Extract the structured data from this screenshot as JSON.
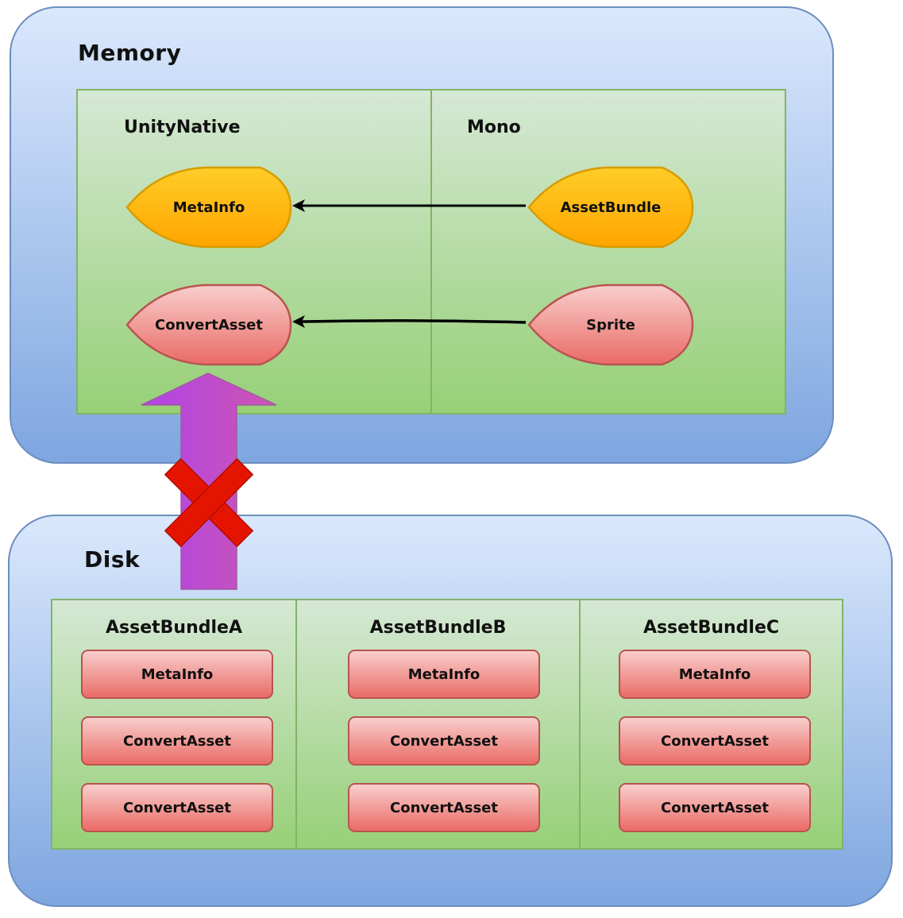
{
  "diagram": {
    "memory": {
      "title": "Memory",
      "columns": [
        {
          "title": "UnityNative",
          "nodes": [
            {
              "label": "MetaInfo",
              "color": "orange"
            },
            {
              "label": "ConvertAsset",
              "color": "red"
            }
          ]
        },
        {
          "title": "Mono",
          "nodes": [
            {
              "label": "AssetBundle",
              "color": "orange"
            },
            {
              "label": "Sprite",
              "color": "red"
            }
          ]
        }
      ]
    },
    "disk": {
      "title": "Disk",
      "bundles": [
        {
          "title": "AssetBundleA",
          "items": [
            "MetaInfo",
            "ConvertAsset",
            "ConvertAsset"
          ]
        },
        {
          "title": "AssetBundleB",
          "items": [
            "MetaInfo",
            "ConvertAsset",
            "ConvertAsset"
          ]
        },
        {
          "title": "AssetBundleC",
          "items": [
            "MetaInfo",
            "ConvertAsset",
            "ConvertAsset"
          ]
        }
      ]
    },
    "edges": [
      {
        "from": "AssetBundle",
        "to": "MetaInfo"
      },
      {
        "from": "Sprite",
        "to": "ConvertAsset"
      }
    ],
    "load_arrow": {
      "from": "Disk",
      "to": "ConvertAsset",
      "status": "blocked",
      "marker": "cross-icon"
    },
    "colors": {
      "panel_fill_top": "#dae8fc",
      "panel_fill_bottom": "#7ea6e0",
      "panel_stroke": "#6c8ebf",
      "green_top": "#d5e8d4",
      "green_bottom": "#97d077",
      "green_stroke": "#82b366",
      "orange_top": "#ffcd28",
      "orange_bottom": "#ffa500",
      "orange_stroke": "#d79b00",
      "red_top": "#f8cecc",
      "red_bottom": "#ea6b66",
      "red_stroke": "#b85450",
      "arrow_purple": "#b044e8",
      "cross_red": "#e51400"
    }
  }
}
